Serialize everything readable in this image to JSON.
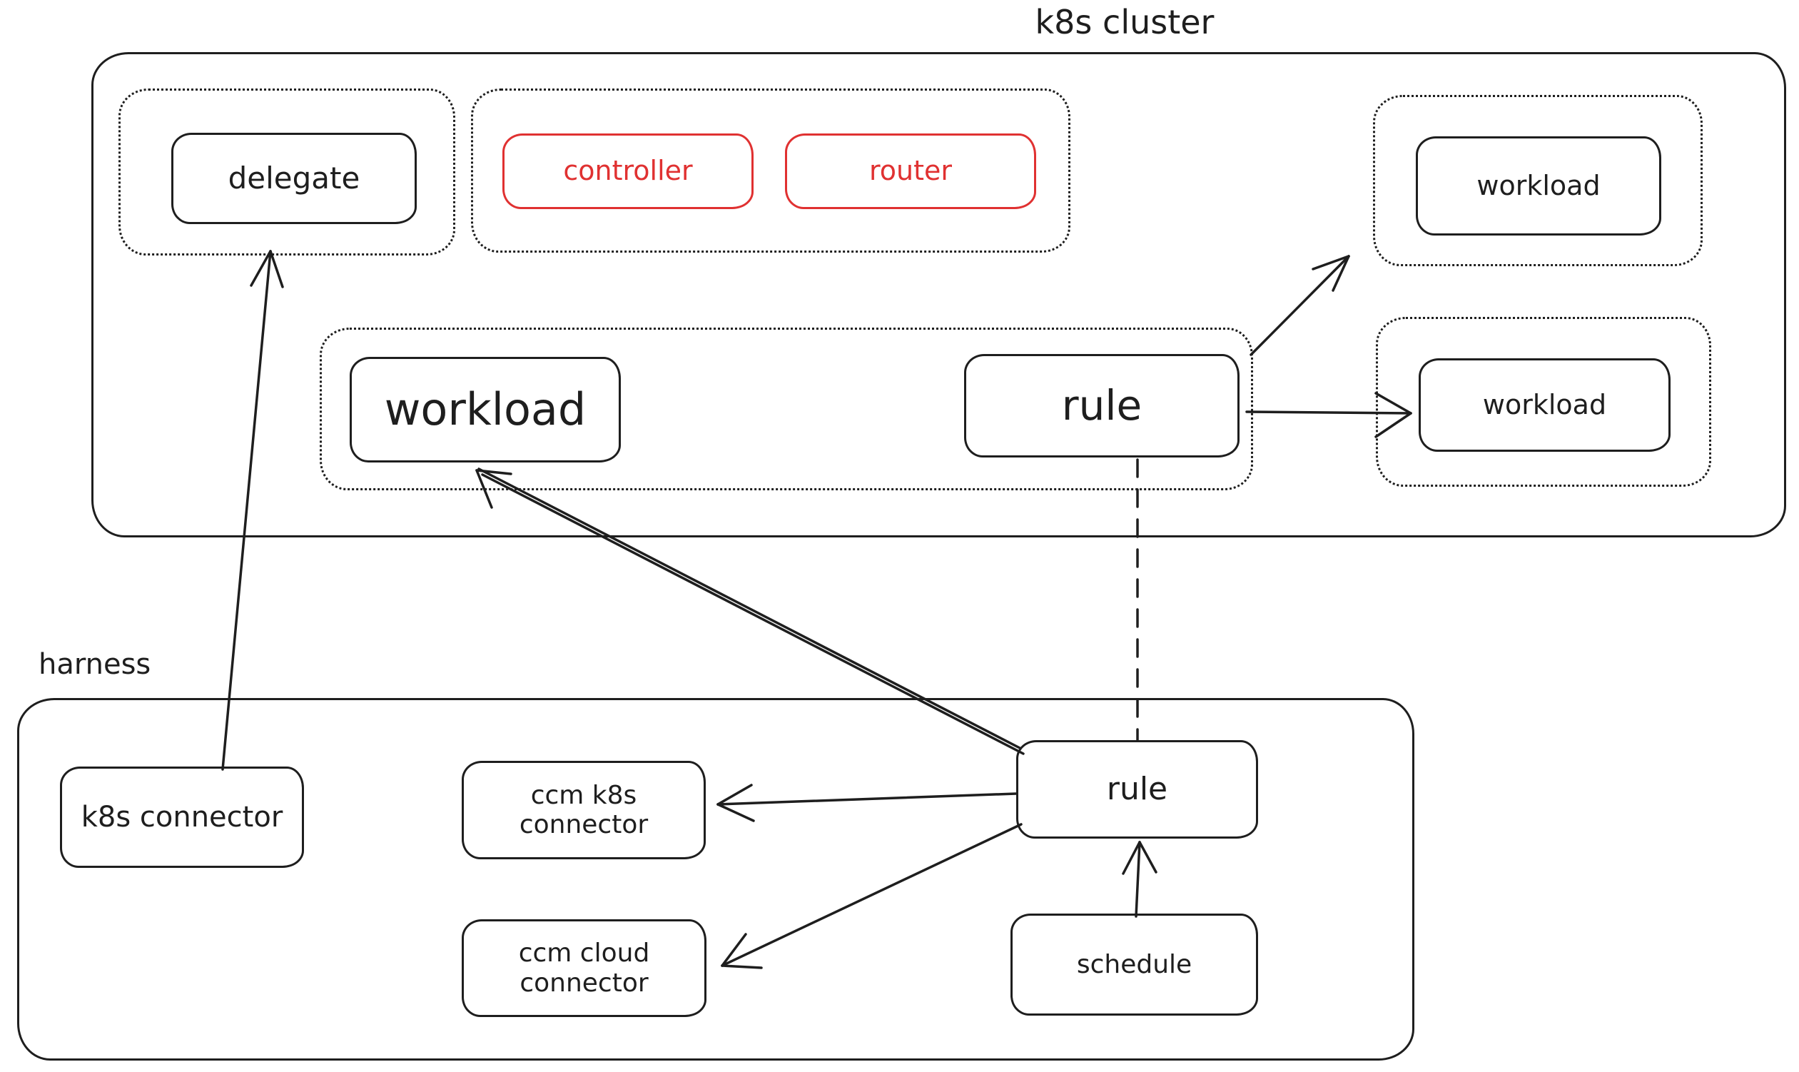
{
  "diagram": {
    "style": "hand-drawn sketch (excalidraw-like)",
    "background_color": "#ffffff",
    "ink_color": "#1e1e1e",
    "accent_color": "#e03131"
  },
  "k8s_cluster": {
    "title": "k8s cluster",
    "delegate": "delegate",
    "controller": "controller",
    "router": "router",
    "workload_top_right": "workload",
    "workload_main": "workload",
    "rule": "rule",
    "workload_right": "workload"
  },
  "harness": {
    "title": "harness",
    "k8s_connector": "k8s connector",
    "ccm_k8s_connector": "ccm k8s\nconnector",
    "ccm_cloud_connector": "ccm cloud\nconnector",
    "rule": "rule",
    "schedule": "schedule"
  },
  "edges": [
    {
      "from": "harness.k8s-connector",
      "to": "k8s-cluster.delegate-group",
      "style": "solid",
      "arrowhead": "end"
    },
    {
      "from": "harness.rule",
      "to": "k8s-cluster.workload-main",
      "style": "solid-double",
      "arrowhead": "end"
    },
    {
      "from": "harness.rule",
      "to": "harness.ccm-k8s-connector",
      "style": "solid",
      "arrowhead": "end"
    },
    {
      "from": "harness.rule",
      "to": "harness.ccm-cloud-connector",
      "style": "solid",
      "arrowhead": "end"
    },
    {
      "from": "harness.schedule",
      "to": "harness.rule",
      "style": "solid",
      "arrowhead": "end"
    },
    {
      "from": "k8s-cluster.rule",
      "to": "k8s-cluster.workload-top-right-group",
      "style": "solid",
      "arrowhead": "end"
    },
    {
      "from": "k8s-cluster.rule",
      "to": "k8s-cluster.workload-right",
      "style": "solid",
      "arrowhead": "end"
    },
    {
      "from": "k8s-cluster.rule",
      "to": "harness.rule",
      "style": "dashed",
      "arrowhead": "none"
    }
  ]
}
